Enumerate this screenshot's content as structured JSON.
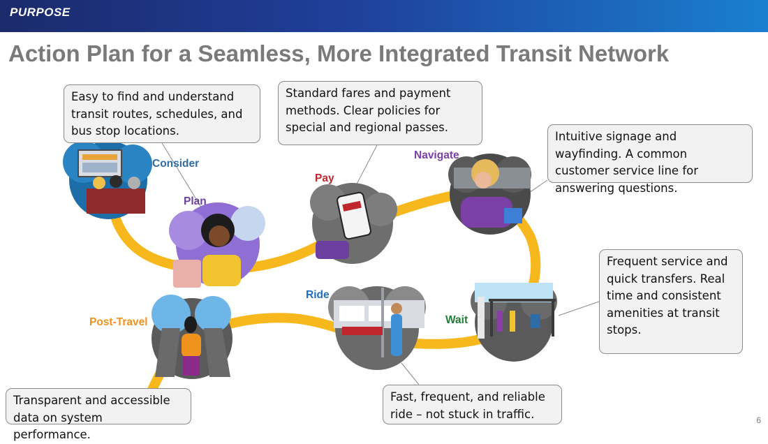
{
  "header": {
    "label": "PURPOSE"
  },
  "title": "Action Plan for a Seamless, More Integrated Transit Network",
  "stages": {
    "consider": {
      "label": "Consider",
      "color": "#2e6da4"
    },
    "plan": {
      "label": "Plan",
      "color": "#6a3fa0"
    },
    "pay": {
      "label": "Pay",
      "color": "#c0262d"
    },
    "navigate": {
      "label": "Navigate",
      "color": "#7b3fa8"
    },
    "wait": {
      "label": "Wait",
      "color": "#1e7e34"
    },
    "ride": {
      "label": "Ride",
      "color": "#1f6fc0"
    },
    "post_travel": {
      "label": "Post-Travel",
      "color": "#f0921e"
    }
  },
  "callouts": {
    "plan": "Easy to find and understand transit routes, schedules, and bus stop locations.",
    "pay": "Standard fares and payment methods. Clear policies for special and regional passes.",
    "navigate": "Intuitive signage and wayfinding. A common customer service line for answering questions.",
    "wait": "Frequent service and quick transfers. Real time and consistent amenities at transit stops.",
    "ride": "Fast, frequent, and reliable ride – not stuck in traffic.",
    "post_travel": "Transparent and accessible data on system performance."
  },
  "path_color": "#f6b81c",
  "page_number": "6"
}
